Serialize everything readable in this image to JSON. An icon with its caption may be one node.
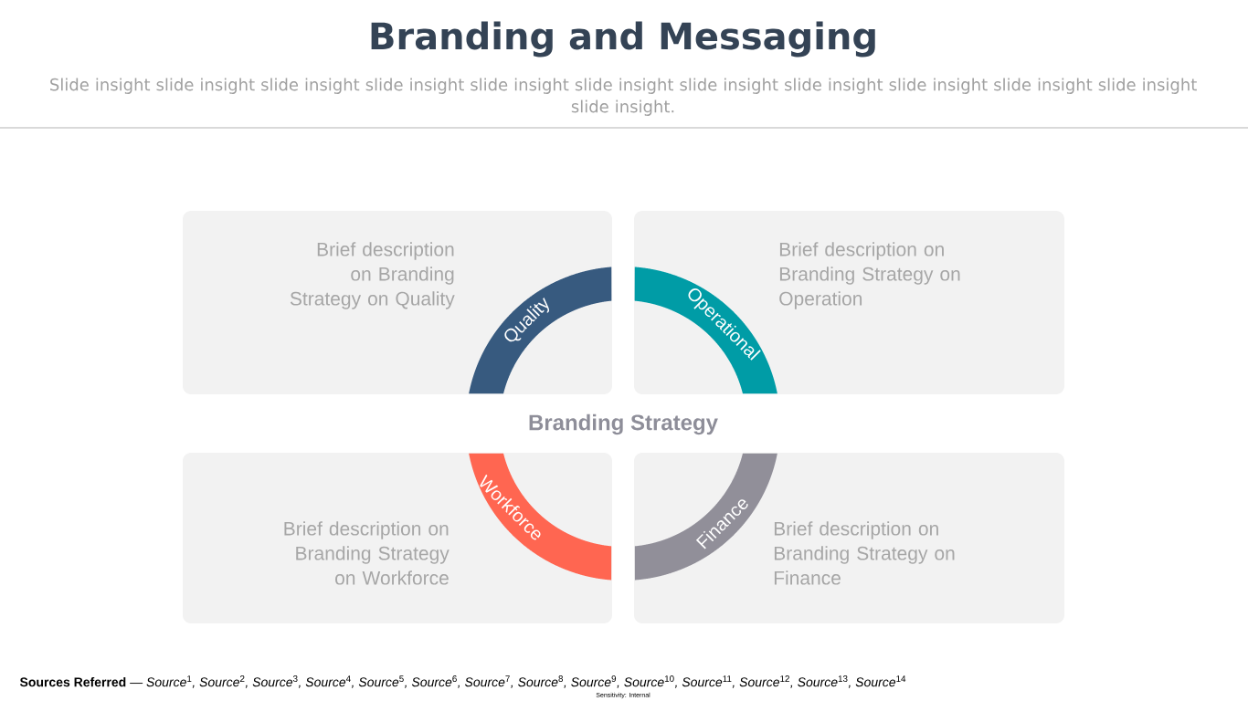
{
  "diagram": {
    "title": "Branding and Messaging",
    "nodes": [
      {
        "text": [
          "Brief description on Branding Strategy on Quality"
        ]
      },
      {
        "text": [
          "Quality"
        ],
        "in": 0
      },
      {
        "text": [
          "Brief description on Branding Strategy on Operation"
        ]
      },
      {
        "text": [
          "Operational"
        ],
        "in": 2
      },
      {
        "text": [
          "Branding Strategy"
        ]
      },
      {
        "text": [
          "Brief description on Branding Strategy on Workforce"
        ]
      },
      {
        "text": [
          "Workforce"
        ],
        "in": 5
      },
      {
        "text": [
          "Brief description on Branding Strategy on Finance"
        ]
      },
      {
        "text": [
          "Finance"
        ],
        "in": 7
      }
    ],
    "labels": [
      "Slide insight slide insight slide insight slide insight slide insight slide insight slide insight slide insight slide insight slide insight slide insight slide insight.",
      "**Sources Referred** — *Source*$^{1}$*, Source*$^{2}$*, Source*$^{3}$*, Source*$^{4}$*, Source*$^{5}$*, Source*$^{6}$*, Source*$^{7}$*, Source*$^{8}$*, Source*$^{9}$*, Source*$^{10}$*, Source*$^{11}$*, Source*$^{12}$*, Source*$^{13}$*, Source*$^{14}$",
      "Sensitivity: Internal"
    ]
  }
}
